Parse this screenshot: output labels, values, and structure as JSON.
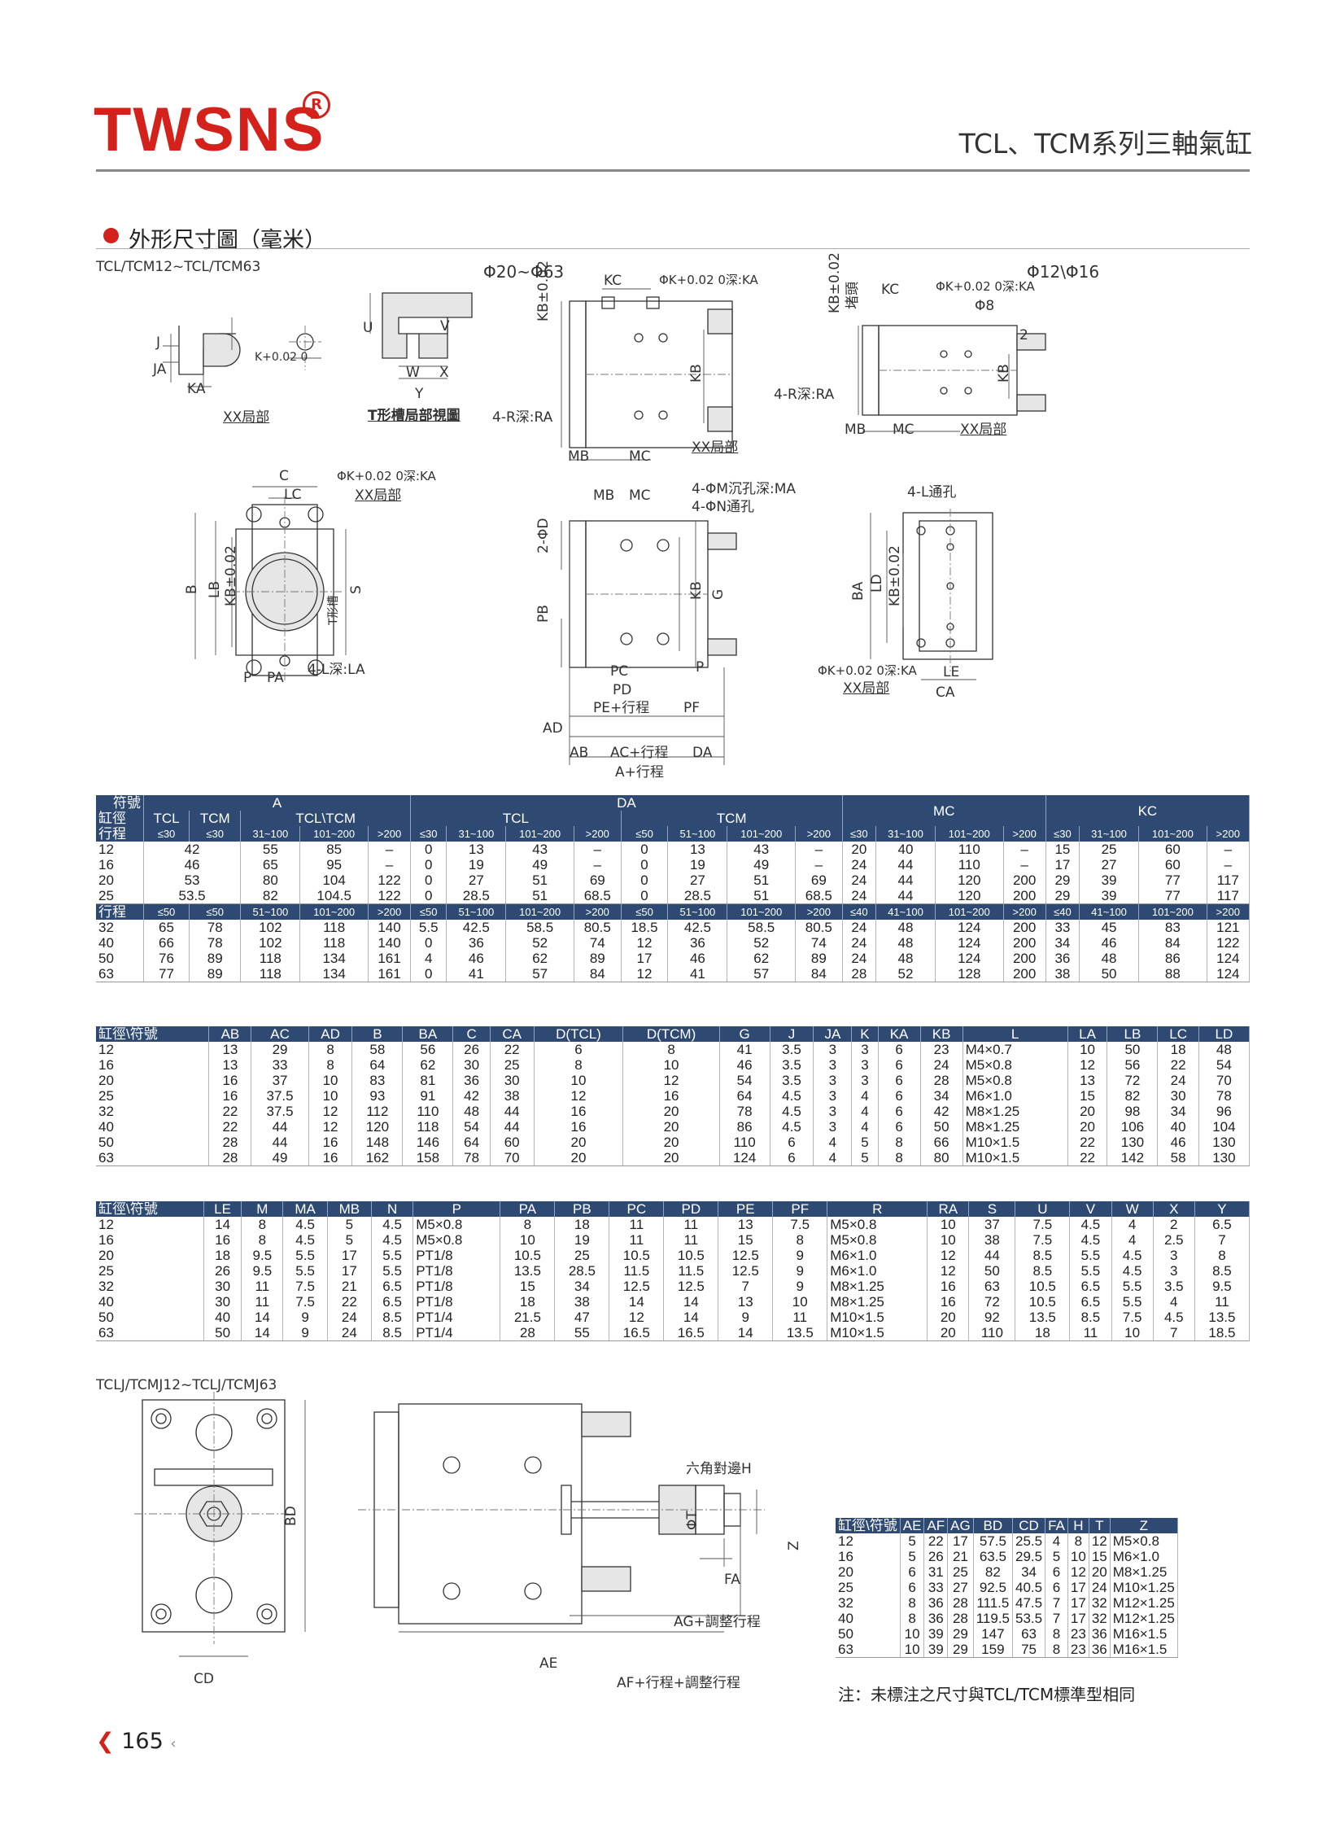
{
  "header": {
    "brand": "TWSNS",
    "registered": "R",
    "series_title": "TCL、TCM系列三軸氣缸"
  },
  "section": {
    "title": "外形尺寸圖（毫米）",
    "model_range": "TCL/TCM12~TCL/TCM63",
    "phi_large": "Φ20~Φ63",
    "phi_small": "Φ12\\Φ16"
  },
  "drawing_labels": {
    "xx_part": "XX局部",
    "t_slot_view": "T形槽局部視圖",
    "kc": "KC",
    "k_depth_ka": "ΦK+0.02 0深:KA",
    "kb_tol": "KB±0.02",
    "kb": "KB",
    "r_depth": "4-R深:RA",
    "mb": "MB",
    "mc": "MC",
    "plug": "堵頭",
    "phi8": "Φ8",
    "two": "2",
    "c": "C",
    "lc": "LC",
    "b": "B",
    "lb": "LB",
    "s": "S",
    "t_slot": "T形槽",
    "p": "P",
    "pa": "PA",
    "l_depth_la": "4-L深:LA",
    "m_counterbore": "4-ΦM沉孔深:MA",
    "n_thru": "4-ΦN通孔",
    "two_phi_d": "2-ΦD",
    "pb": "PB",
    "g": "G",
    "pc": "PC",
    "pd": "PD",
    "pe_stroke": "PE+行程",
    "pf": "PF",
    "ad": "AD",
    "ab": "AB",
    "ac_stroke": "AC+行程",
    "da": "DA",
    "a_stroke": "A+行程",
    "l_thru": "4-L通孔",
    "ba": "BA",
    "ld": "LD",
    "le": "LE",
    "ca": "CA",
    "j": "J",
    "ja": "JA",
    "ka": "KA",
    "k_tol": "K+0.02 0",
    "u": "U",
    "v": "V",
    "w": "W",
    "x": "X",
    "y": "Y"
  },
  "table1": {
    "corner_top": "符號",
    "corner_bottom": "缸徑",
    "row_label": "行程",
    "groups": [
      "A",
      "DA",
      "MC",
      "KC"
    ],
    "sub_a": [
      "TCL",
      "TCM",
      "TCL\\TCM"
    ],
    "sub_da": [
      "TCL",
      "TCM"
    ],
    "strokes_a": [
      "≤30",
      "≤30",
      "31~100",
      "101~200",
      ">200"
    ],
    "strokes_da": [
      "≤30",
      "31~100",
      "101~200",
      ">200",
      "≤50",
      "51~100",
      "101~200",
      ">200"
    ],
    "strokes_mc": [
      "≤30",
      "31~100",
      "101~200",
      ">200"
    ],
    "strokes_kc": [
      "≤30",
      "31~100",
      "101~200",
      ">200"
    ],
    "rows": [
      [
        "12",
        "42",
        "",
        "55",
        "85",
        "–",
        "0",
        "13",
        "43",
        "–",
        "0",
        "13",
        "43",
        "–",
        "20",
        "40",
        "110",
        "–",
        "15",
        "25",
        "60",
        "–"
      ],
      [
        "16",
        "46",
        "",
        "65",
        "95",
        "–",
        "0",
        "19",
        "49",
        "–",
        "0",
        "19",
        "49",
        "–",
        "24",
        "44",
        "110",
        "–",
        "17",
        "27",
        "60",
        "–"
      ],
      [
        "20",
        "53",
        "",
        "80",
        "104",
        "122",
        "0",
        "27",
        "51",
        "69",
        "0",
        "27",
        "51",
        "69",
        "24",
        "44",
        "120",
        "200",
        "29",
        "39",
        "77",
        "117"
      ],
      [
        "25",
        "53.5",
        "",
        "82",
        "104.5",
        "122",
        "0",
        "28.5",
        "51",
        "68.5",
        "0",
        "28.5",
        "51",
        "68.5",
        "24",
        "44",
        "120",
        "200",
        "29",
        "39",
        "77",
        "117"
      ]
    ]
  },
  "table2": {
    "row_label": "行程",
    "strokes": [
      "≤50",
      "≤50",
      "51~100",
      "101~200",
      ">200",
      "≤50",
      "51~100",
      "101~200",
      ">200",
      "≤50",
      "51~100",
      "101~200",
      ">200",
      "≤40",
      "41~100",
      "101~200",
      ">200",
      "≤40",
      "41~100",
      "101~200",
      ">200"
    ],
    "rows": [
      [
        "32",
        "65",
        "78",
        "102",
        "118",
        "140",
        "5.5",
        "42.5",
        "58.5",
        "80.5",
        "18.5",
        "42.5",
        "58.5",
        "80.5",
        "24",
        "48",
        "124",
        "200",
        "33",
        "45",
        "83",
        "121"
      ],
      [
        "40",
        "66",
        "78",
        "102",
        "118",
        "140",
        "0",
        "36",
        "52",
        "74",
        "12",
        "36",
        "52",
        "74",
        "24",
        "48",
        "124",
        "200",
        "34",
        "46",
        "84",
        "122"
      ],
      [
        "50",
        "76",
        "89",
        "118",
        "134",
        "161",
        "4",
        "46",
        "62",
        "89",
        "17",
        "46",
        "62",
        "89",
        "24",
        "48",
        "124",
        "200",
        "36",
        "48",
        "86",
        "124"
      ],
      [
        "63",
        "77",
        "89",
        "118",
        "134",
        "161",
        "0",
        "41",
        "57",
        "84",
        "12",
        "41",
        "57",
        "84",
        "28",
        "52",
        "128",
        "200",
        "38",
        "50",
        "88",
        "124"
      ]
    ]
  },
  "table3": {
    "headers": [
      "缸徑\\符號",
      "AB",
      "AC",
      "AD",
      "B",
      "BA",
      "C",
      "CA",
      "D(TCL)",
      "D(TCM)",
      "G",
      "J",
      "JA",
      "K",
      "KA",
      "KB",
      "L",
      "LA",
      "LB",
      "LC",
      "LD"
    ],
    "rows": [
      [
        "12",
        "13",
        "29",
        "8",
        "58",
        "56",
        "26",
        "22",
        "6",
        "8",
        "41",
        "3.5",
        "3",
        "3",
        "6",
        "23",
        "M4×0.7",
        "10",
        "50",
        "18",
        "48"
      ],
      [
        "16",
        "13",
        "33",
        "8",
        "64",
        "62",
        "30",
        "25",
        "8",
        "10",
        "46",
        "3.5",
        "3",
        "3",
        "6",
        "24",
        "M5×0.8",
        "12",
        "56",
        "22",
        "54"
      ],
      [
        "20",
        "16",
        "37",
        "10",
        "83",
        "81",
        "36",
        "30",
        "10",
        "12",
        "54",
        "3.5",
        "3",
        "3",
        "6",
        "28",
        "M5×0.8",
        "13",
        "72",
        "24",
        "70"
      ],
      [
        "25",
        "16",
        "37.5",
        "10",
        "93",
        "91",
        "42",
        "38",
        "12",
        "16",
        "64",
        "4.5",
        "3",
        "4",
        "6",
        "34",
        "M6×1.0",
        "15",
        "82",
        "30",
        "78"
      ],
      [
        "32",
        "22",
        "37.5",
        "12",
        "112",
        "110",
        "48",
        "44",
        "16",
        "20",
        "78",
        "4.5",
        "3",
        "4",
        "6",
        "42",
        "M8×1.25",
        "20",
        "98",
        "34",
        "96"
      ],
      [
        "40",
        "22",
        "44",
        "12",
        "120",
        "118",
        "54",
        "44",
        "16",
        "20",
        "86",
        "4.5",
        "3",
        "4",
        "6",
        "50",
        "M8×1.25",
        "20",
        "106",
        "40",
        "104"
      ],
      [
        "50",
        "28",
        "44",
        "16",
        "148",
        "146",
        "64",
        "60",
        "20",
        "20",
        "110",
        "6",
        "4",
        "5",
        "8",
        "66",
        "M10×1.5",
        "22",
        "130",
        "46",
        "130"
      ],
      [
        "63",
        "28",
        "49",
        "16",
        "162",
        "158",
        "78",
        "70",
        "20",
        "20",
        "124",
        "6",
        "4",
        "5",
        "8",
        "80",
        "M10×1.5",
        "22",
        "142",
        "58",
        "130"
      ]
    ]
  },
  "table4": {
    "headers": [
      "缸徑\\符號",
      "LE",
      "M",
      "MA",
      "MB",
      "N",
      "P",
      "PA",
      "PB",
      "PC",
      "PD",
      "PE",
      "PF",
      "R",
      "RA",
      "S",
      "U",
      "V",
      "W",
      "X",
      "Y"
    ],
    "rows": [
      [
        "12",
        "14",
        "8",
        "4.5",
        "5",
        "4.5",
        "M5×0.8",
        "8",
        "18",
        "11",
        "11",
        "13",
        "7.5",
        "M5×0.8",
        "10",
        "37",
        "7.5",
        "4.5",
        "4",
        "2",
        "6.5"
      ],
      [
        "16",
        "16",
        "8",
        "4.5",
        "5",
        "4.5",
        "M5×0.8",
        "10",
        "19",
        "11",
        "11",
        "15",
        "8",
        "M5×0.8",
        "10",
        "38",
        "7.5",
        "4.5",
        "4",
        "2.5",
        "7"
      ],
      [
        "20",
        "18",
        "9.5",
        "5.5",
        "17",
        "5.5",
        "PT1/8",
        "10.5",
        "25",
        "10.5",
        "10.5",
        "12.5",
        "9",
        "M6×1.0",
        "12",
        "44",
        "8.5",
        "5.5",
        "4.5",
        "3",
        "8"
      ],
      [
        "25",
        "26",
        "9.5",
        "5.5",
        "17",
        "5.5",
        "PT1/8",
        "13.5",
        "28.5",
        "11.5",
        "11.5",
        "12.5",
        "9",
        "M6×1.0",
        "12",
        "50",
        "8.5",
        "5.5",
        "4.5",
        "3",
        "8.5"
      ],
      [
        "32",
        "30",
        "11",
        "7.5",
        "21",
        "6.5",
        "PT1/8",
        "15",
        "34",
        "12.5",
        "12.5",
        "7",
        "9",
        "M8×1.25",
        "16",
        "63",
        "10.5",
        "6.5",
        "5.5",
        "3.5",
        "9.5"
      ],
      [
        "40",
        "30",
        "11",
        "7.5",
        "22",
        "6.5",
        "PT1/8",
        "18",
        "38",
        "14",
        "14",
        "13",
        "10",
        "M8×1.25",
        "16",
        "72",
        "10.5",
        "6.5",
        "5.5",
        "4",
        "11"
      ],
      [
        "50",
        "40",
        "14",
        "9",
        "24",
        "8.5",
        "PT1/4",
        "21.5",
        "47",
        "12",
        "14",
        "9",
        "11",
        "M10×1.5",
        "20",
        "92",
        "13.5",
        "8.5",
        "7.5",
        "4.5",
        "13.5"
      ],
      [
        "63",
        "50",
        "14",
        "9",
        "24",
        "8.5",
        "PT1/4",
        "28",
        "55",
        "16.5",
        "16.5",
        "14",
        "13.5",
        "M10×1.5",
        "20",
        "110",
        "18",
        "11",
        "10",
        "7",
        "18.5"
      ]
    ]
  },
  "lower_section": {
    "model_range": "TCLJ/TCMJ12~TCLJ/TCMJ63",
    "hex_label": "六角對邊H",
    "bd": "BD",
    "cd": "CD",
    "phi_t": "ΦT",
    "z": "Z",
    "fa": "FA",
    "ag_adjust": "AG+調整行程",
    "ae": "AE",
    "af_adjust": "AF+行程+調整行程"
  },
  "table5": {
    "headers": [
      "缸徑\\符號",
      "AE",
      "AF",
      "AG",
      "BD",
      "CD",
      "FA",
      "H",
      "T",
      "Z"
    ],
    "rows": [
      [
        "12",
        "5",
        "22",
        "17",
        "57.5",
        "25.5",
        "4",
        "8",
        "12",
        "M5×0.8"
      ],
      [
        "16",
        "5",
        "26",
        "21",
        "63.5",
        "29.5",
        "5",
        "10",
        "15",
        "M6×1.0"
      ],
      [
        "20",
        "6",
        "31",
        "25",
        "82",
        "34",
        "6",
        "12",
        "20",
        "M8×1.25"
      ],
      [
        "25",
        "6",
        "33",
        "27",
        "92.5",
        "40.5",
        "6",
        "17",
        "24",
        "M10×1.25"
      ],
      [
        "32",
        "8",
        "36",
        "28",
        "111.5",
        "47.5",
        "7",
        "17",
        "32",
        "M12×1.25"
      ],
      [
        "40",
        "8",
        "36",
        "28",
        "119.5",
        "53.5",
        "7",
        "17",
        "32",
        "M12×1.25"
      ],
      [
        "50",
        "10",
        "39",
        "29",
        "147",
        "63",
        "8",
        "23",
        "36",
        "M16×1.5"
      ],
      [
        "63",
        "10",
        "39",
        "29",
        "159",
        "75",
        "8",
        "23",
        "36",
        "M16×1.5"
      ]
    ]
  },
  "footer": {
    "note": "注：未標注之尺寸與TCL/TCM標準型相同",
    "page_number": "165"
  }
}
